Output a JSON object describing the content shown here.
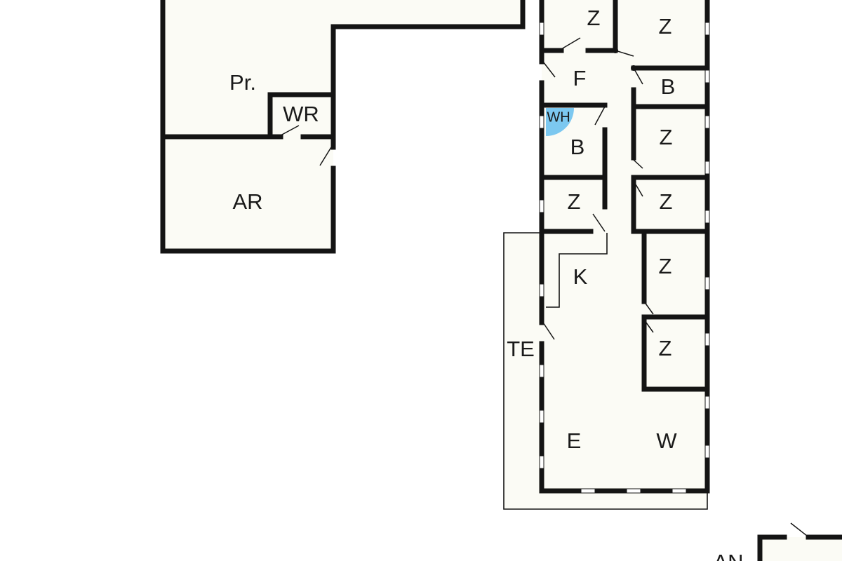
{
  "plan": {
    "rooms": {
      "pr": "Pr.",
      "wr": "WR",
      "ar": "AR",
      "z1": "Z",
      "z2": "Z",
      "f": "F",
      "b1": "B",
      "wh": "WH",
      "b2": "B",
      "z3": "Z",
      "z4": "Z",
      "z5": "Z",
      "z6": "Z",
      "z7": "Z",
      "k": "K",
      "te": "TE",
      "e": "E",
      "w": "W",
      "an": "AN"
    },
    "colors": {
      "wall": "#141414",
      "floor": "#fbfbf5",
      "water_heater": "#7cc8f0"
    }
  }
}
